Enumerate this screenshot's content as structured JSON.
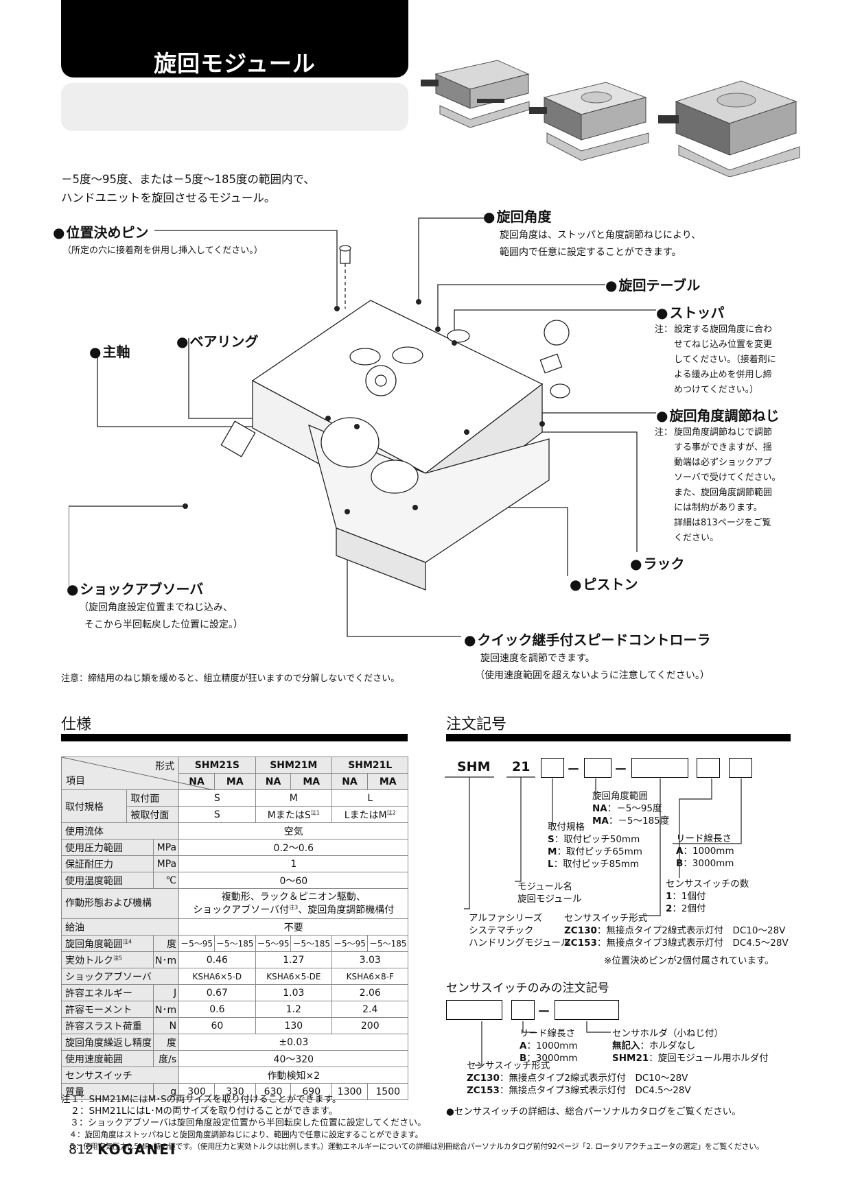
{
  "header": {
    "title": "旋回モジュール"
  },
  "intro": [
    "－5度～95度、または－5度～185度の範囲内で、",
    "ハンドユニットを旋回させるモジュール。"
  ],
  "callouts": {
    "positioning_pin": {
      "title": "位置決めピン",
      "desc": [
        "（所定の穴に接着剤を併用し挿入してください。）"
      ]
    },
    "rotation_angle": {
      "title": "旋回角度",
      "desc": [
        "旋回角度は、ストッパと角度調節ねじにより、",
        "範囲内で任意に設定することができます。"
      ]
    },
    "rotary_table": {
      "title": "旋回テーブル"
    },
    "stopper": {
      "title": "ストッパ",
      "note_prefix": "注：",
      "note": [
        "設定する旋回角度に合わ",
        "せてねじ込み位置を変更",
        "してください。（接着剤に",
        "よる緩み止めを併用し締",
        "めつけてください。）"
      ]
    },
    "main_shaft": {
      "title": "主軸"
    },
    "bearing": {
      "title": "ベアリング"
    },
    "angle_adjust_screw": {
      "title": "旋回角度調節ねじ",
      "note_prefix": "注：",
      "note": [
        "旋回角度調節ねじで調節",
        "する事ができますが、揺",
        "動端は必ずショックアブ",
        "ソーバで受けてください。",
        "また、旋回角度調節範囲",
        "には制約があります。",
        "詳細は813ページをご覧",
        "ください。"
      ]
    },
    "rack": {
      "title": "ラック"
    },
    "piston": {
      "title": "ピストン"
    },
    "shock_absorber": {
      "title": "ショックアブソーバ",
      "desc": [
        "（旋回角度設定位置までねじ込み、",
        "そこから半回転戻した位置に設定。）"
      ]
    },
    "speed_controller": {
      "title": "クイック継手付スピードコントローラ",
      "desc": [
        "旋回速度を調節できます。",
        "（使用速度範囲を超えないように注意してください。）"
      ]
    }
  },
  "caution": "注意：締結用のねじ類を緩めると、組立精度が狂いますので分解しないでください。",
  "spec": {
    "section_title": "仕様",
    "head_model": "形式",
    "head_item": "項目",
    "models": [
      "SHM21S",
      "SHM21M",
      "SHM21L"
    ],
    "subtypes": [
      "NA",
      "MA",
      "NA",
      "MA",
      "NA",
      "MA"
    ],
    "mount_label": "取付規格",
    "mount_side": "取付面",
    "mounted_side": "被取付面",
    "mount_side_vals": [
      "S",
      "M",
      "L"
    ],
    "mounted_side_vals": [
      "S",
      "MまたはS",
      "LまたはM"
    ],
    "mounted_side_notes": [
      "",
      "注1",
      "注2"
    ],
    "fluid_label": "使用流体",
    "fluid": "空気",
    "pressure_label": "使用圧力範囲",
    "pressure_unit": "MPa",
    "pressure": "0.2～0.6",
    "proof_label": "保証耐圧力",
    "proof_unit": "MPa",
    "proof": "1",
    "temp_label": "使用温度範囲",
    "temp_unit": "℃",
    "temp": "0～60",
    "operation_label": "作動形態および機構",
    "operation": [
      "複動形、ラック＆ピニオン駆動、",
      "ショックアブソーバ付",
      "注3",
      "、旋回角度調節機構付"
    ],
    "lube_label": "給油",
    "lube": "不要",
    "angle_label": "旋回角度範囲",
    "angle_note": "注4",
    "angle_unit": "度",
    "angle_vals": [
      "－5～95",
      "－5～185",
      "－5～95",
      "－5～185",
      "－5～95",
      "－5～185"
    ],
    "torque_label": "実効トルク",
    "torque_note": "注5",
    "torque_unit": "N･m",
    "torque_vals": [
      "0.46",
      "1.27",
      "3.03"
    ],
    "absorber_label": "ショックアブソーバ",
    "absorber_vals": [
      "KSHA6×5-D",
      "KSHA6×5-DE",
      "KSHA6×8-F"
    ],
    "energy_label": "許容エネルギー",
    "energy_unit": "J",
    "energy_vals": [
      "0.67",
      "1.03",
      "2.06"
    ],
    "moment_label": "許容モーメント",
    "moment_unit": "N･m",
    "moment_vals": [
      "0.6",
      "1.2",
      "2.4"
    ],
    "thrust_label": "許容スラスト荷重",
    "thrust_unit": "N",
    "thrust_vals": [
      "60",
      "130",
      "200"
    ],
    "repeat_label": "旋回角度繰返し精度",
    "repeat_unit": "度",
    "repeat": "±0.03",
    "speed_label": "使用速度範囲",
    "speed_unit": "度/s",
    "speed": "40～320",
    "sensor_label": "センサスイッチ",
    "sensor": "作動検知×2",
    "mass_label": "質量",
    "mass_unit": "g",
    "mass_vals": [
      "300",
      "330",
      "630",
      "690",
      "1300",
      "1500"
    ]
  },
  "spec_notes": [
    "注１：SHM21MにはM･Sの両サイズを取り付けることができます。",
    "　２：SHM21LにはL･Mの両サイズを取り付けることができます。",
    "　３：ショックアブソーバは旋回角度設定位置から半回転戻した位置に設定してください。",
    "　４：旋回角度はストッパねじと旋回角度調節ねじにより、範囲内で任意に設定することができます。",
    "　５：使用空気圧力0.5MPa時の値です。（使用圧力と実効トルクは比例します。）運動エネルギーについての詳細は別冊総合パーソナルカタログ前付92ページ「2. ロータリアクチュエータの選定」をご覧ください。"
  ],
  "order": {
    "section_title": "注文記号",
    "prefix": "SHM",
    "series_no": "21",
    "dash": "－",
    "series_text": [
      "アルファシリーズ",
      "システマチック",
      "ハンドリングモジュール"
    ],
    "module_name": [
      "モジュール名",
      "旋回モジュール"
    ],
    "mount": {
      "title": "取付規格",
      "items": [
        [
          "S",
          "：取付ピッチ50mm"
        ],
        [
          "M",
          "：取付ピッチ65mm"
        ],
        [
          "L",
          "：取付ピッチ85mm"
        ]
      ]
    },
    "angle": {
      "title": "旋回角度範囲",
      "items": [
        [
          "NA",
          "：－5～95度"
        ],
        [
          "MA",
          "：－5～185度"
        ]
      ]
    },
    "lead": {
      "title": "リード線長さ",
      "items": [
        [
          "A",
          "：1000mm"
        ],
        [
          "B",
          "：3000mm"
        ]
      ]
    },
    "count": {
      "title": "センサスイッチの数",
      "items": [
        [
          "1",
          "：1個付"
        ],
        [
          "2",
          "：2個付"
        ]
      ]
    },
    "sensor": {
      "title": "センサスイッチ形式",
      "items": [
        [
          "ZC130",
          "：無接点タイプ2線式表示灯付　DC10～28V"
        ],
        [
          "ZC153",
          "：無接点タイプ3線式表示灯付　DC4.5～28V"
        ]
      ]
    },
    "pin_note": "※位置決めピンが2個付属されています。"
  },
  "sensor_order": {
    "title": "センサスイッチのみの注文記号",
    "dash": "－",
    "lead": {
      "title": "リード線長さ",
      "items": [
        [
          "A",
          "：1000mm"
        ],
        [
          "B",
          "：3000mm"
        ]
      ]
    },
    "holder": {
      "title": "センサホルダ（小ねじ付）",
      "items": [
        [
          "無記入",
          "：ホルダなし"
        ],
        [
          "SHM21",
          "：旋回モジュール用ホルダ付"
        ]
      ]
    },
    "type": {
      "title": "センサスイッチ形式",
      "items": [
        [
          "ZC130",
          "：無接点タイプ2線式表示灯付　DC10～28V"
        ],
        [
          "ZC153",
          "：無接点タイプ3線式表示灯付　DC4.5～28V"
        ]
      ]
    },
    "detail": "●センサスイッチの詳細は、総合パーソナルカタログをご覧ください。"
  },
  "footer": {
    "page": "812",
    "brand": "KOGANEI"
  }
}
